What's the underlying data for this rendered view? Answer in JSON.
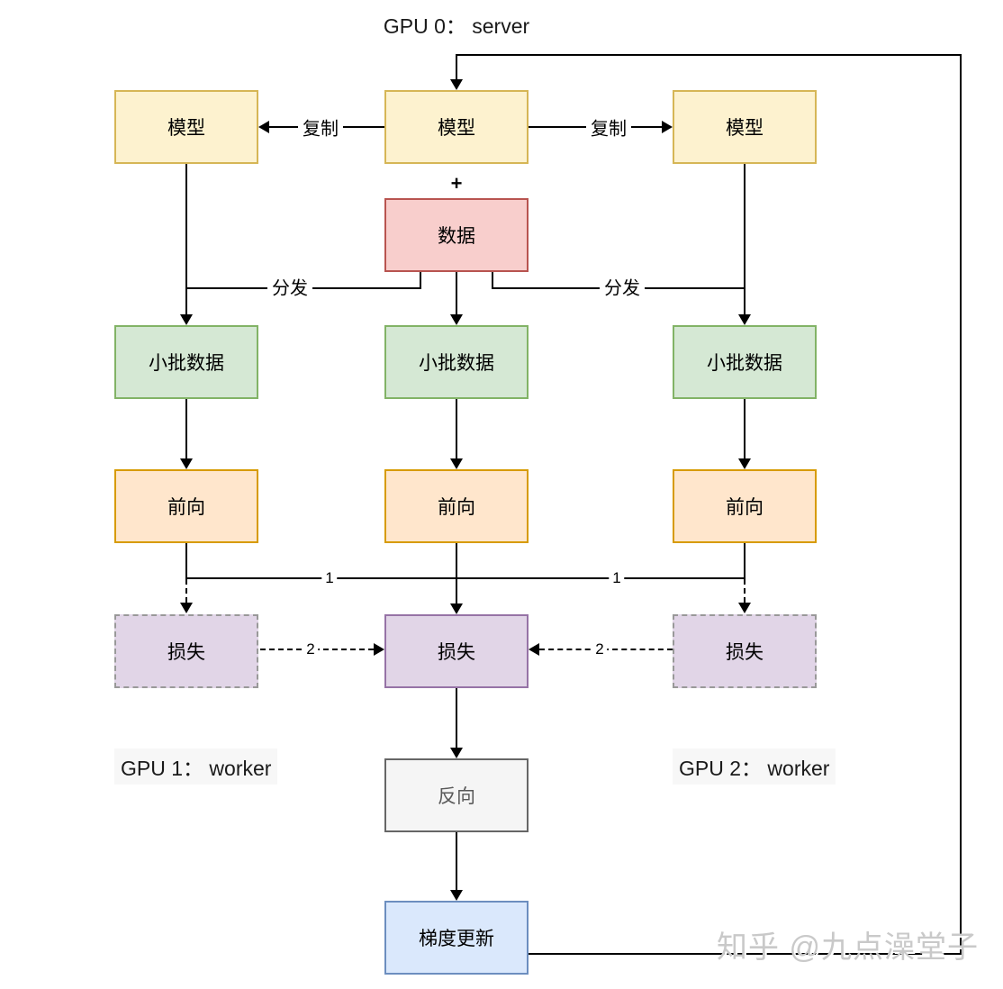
{
  "header": {
    "gpu0_title": "GPU 0： server"
  },
  "gpu_labels": {
    "gpu1": "GPU 1： worker",
    "gpu2": "GPU 2： worker"
  },
  "nodes": {
    "model": {
      "label": "模型",
      "fill": "#FDF2CF",
      "border": "#D6B656"
    },
    "data": {
      "label": "数据",
      "fill": "#F8CECC",
      "border": "#B85450"
    },
    "minibatch": {
      "label": "小批数据",
      "fill": "#D5E8D4",
      "border": "#82B366"
    },
    "forward": {
      "label": "前向",
      "fill": "#FFE6CC",
      "border": "#D79B00"
    },
    "loss": {
      "label": "损失",
      "fill": "#E1D5E7",
      "border": "#9673A6",
      "dashed_border": "#999999"
    },
    "backward": {
      "label": "反向",
      "fill": "#F5F5F5",
      "border": "#666666",
      "text_color": "#595959"
    },
    "gradient_update": {
      "label": "梯度更新",
      "fill": "#DAE8FC",
      "border": "#6C8EBF"
    }
  },
  "edge_labels": {
    "copy": "复制",
    "distribute": "分发",
    "plus": "+",
    "step_1": "1",
    "step_2": "2"
  },
  "watermark": "知乎 @九点澡堂子"
}
